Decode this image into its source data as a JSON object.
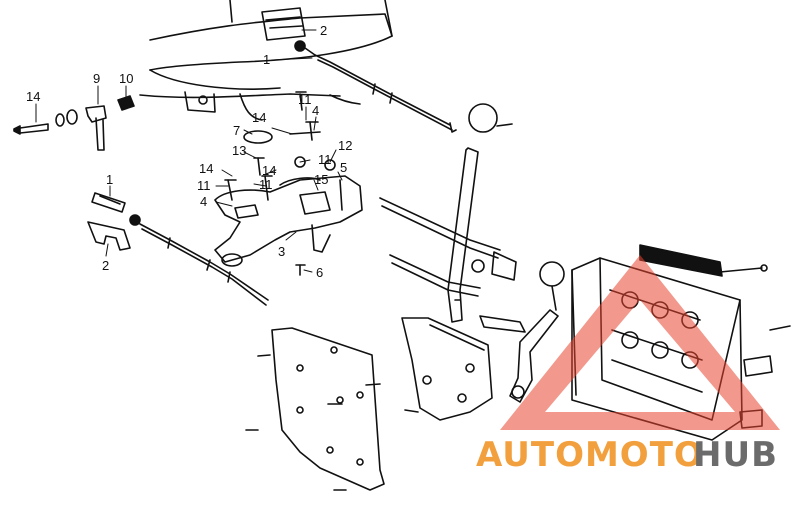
{
  "callouts": [
    {
      "id": "c2a",
      "text": "2"
    },
    {
      "id": "c1a",
      "text": "1"
    },
    {
      "id": "c14a",
      "text": "14"
    },
    {
      "id": "c9",
      "text": "9"
    },
    {
      "id": "c10",
      "text": "10"
    },
    {
      "id": "c11a",
      "text": "11"
    },
    {
      "id": "c4a",
      "text": "4"
    },
    {
      "id": "c14b",
      "text": "14"
    },
    {
      "id": "c7",
      "text": "7"
    },
    {
      "id": "c12",
      "text": "12"
    },
    {
      "id": "c13",
      "text": "13"
    },
    {
      "id": "c11b",
      "text": "11"
    },
    {
      "id": "c14c",
      "text": "14"
    },
    {
      "id": "c5",
      "text": "5"
    },
    {
      "id": "c14d",
      "text": "14"
    },
    {
      "id": "c15",
      "text": "15"
    },
    {
      "id": "c11c",
      "text": "11"
    },
    {
      "id": "c11d",
      "text": "11"
    },
    {
      "id": "c1b",
      "text": "1"
    },
    {
      "id": "c4b",
      "text": "4"
    },
    {
      "id": "c3",
      "text": "3"
    },
    {
      "id": "c2b",
      "text": "2"
    },
    {
      "id": "c6",
      "text": "6"
    }
  ],
  "watermark": {
    "part1": "AUTOMOTO",
    "part2": "HUB",
    "color1": "#f2a03d",
    "color2": "#6b6b6b",
    "triangle_color": "#e8442e"
  },
  "colors": {
    "line": "#111111",
    "background": "#ffffff"
  }
}
